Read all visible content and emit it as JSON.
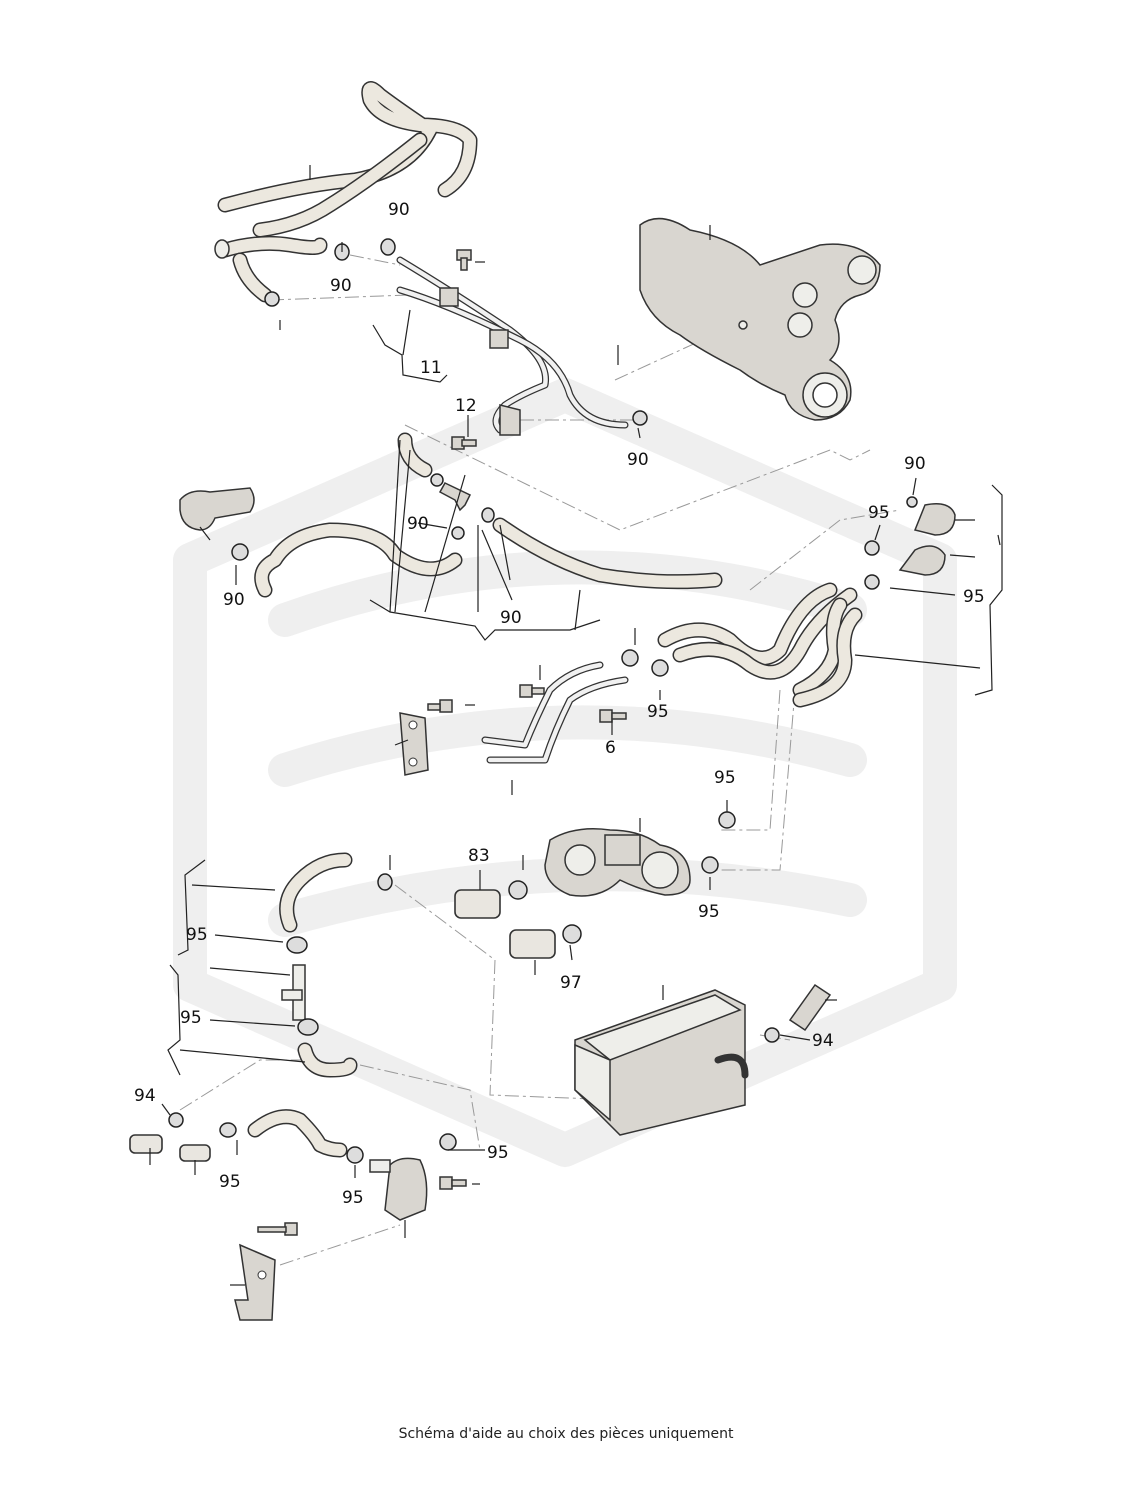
{
  "caption": "Schéma d'aide au choix des pièces uniquement",
  "callouts": {
    "c90_a": "90",
    "c90_b": "90",
    "c11": "11",
    "c12": "12",
    "c90_c": "90",
    "c90_d": "90",
    "c90_e": "90",
    "c90_f": "90",
    "c90_g": "90",
    "c95_a": "95",
    "c95_b": "95",
    "c95_c": "95",
    "c6": "6",
    "c95_d": "95",
    "c83": "83",
    "c95_e": "95",
    "c97": "97",
    "c95_f": "95",
    "c95_g": "95",
    "c94_a": "94",
    "c94_b": "94",
    "c95_h": "95",
    "c95_i": "95",
    "c95_j": "95"
  }
}
